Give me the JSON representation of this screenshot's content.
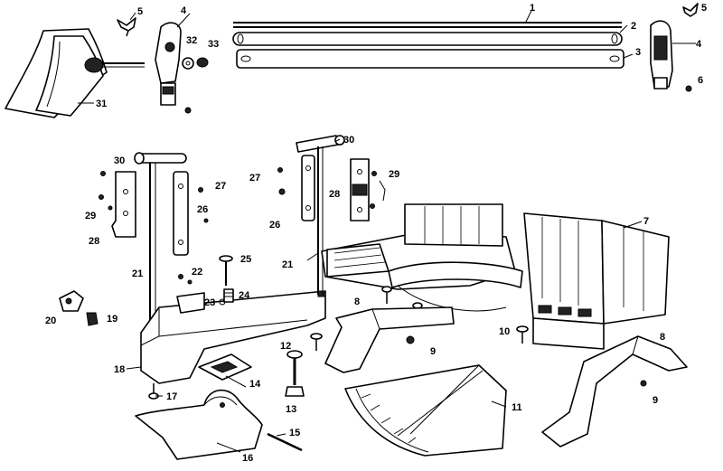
{
  "callouts": {
    "c1": "1",
    "c2": "2",
    "c3": "3",
    "c4a": "4",
    "c4b": "4",
    "c5a": "5",
    "c5b": "5",
    "c6": "6",
    "c7": "7",
    "c8a": "8",
    "c8b": "8",
    "c9a": "9",
    "c9b": "9",
    "c10": "10",
    "c11": "11",
    "c12": "12",
    "c13": "13",
    "c14": "14",
    "c15": "15",
    "c16": "16",
    "c17": "17",
    "c18": "18",
    "c19": "19",
    "c20": "20",
    "c21a": "21",
    "c21b": "21",
    "c22": "22",
    "c23": "23",
    "c24": "24",
    "c25": "25",
    "c26a": "26",
    "c26b": "26",
    "c27a": "27",
    "c27b": "27",
    "c28a": "28",
    "c28b": "28",
    "c29a": "29",
    "c29b": "29",
    "c30a": "30",
    "c30b": "30",
    "c31": "31",
    "c32": "32",
    "c33": "33"
  }
}
